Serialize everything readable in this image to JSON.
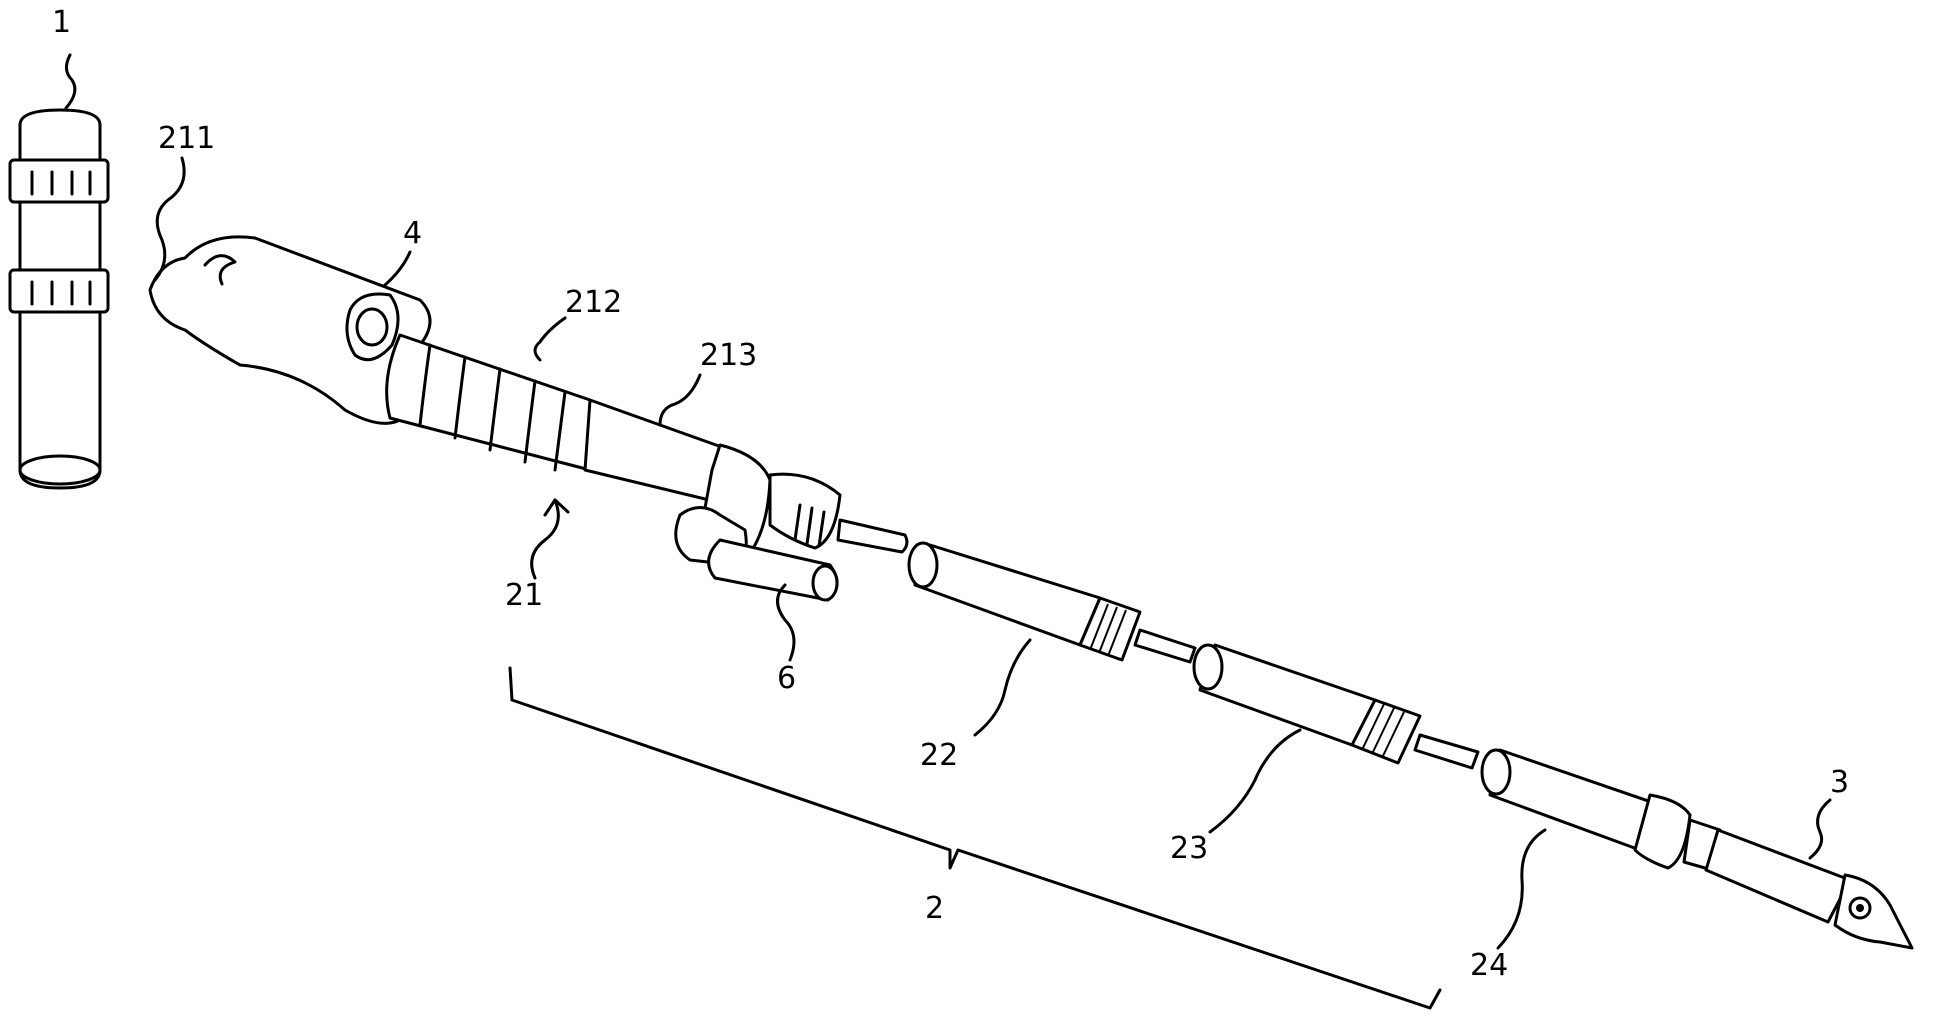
{
  "labels": {
    "part_1": "1",
    "part_211": "211",
    "part_4": "4",
    "part_212": "212",
    "part_213": "213",
    "part_21": "21",
    "part_6": "6",
    "part_22": "22",
    "part_23": "23",
    "part_24": "24",
    "part_2": "2",
    "part_3": "3"
  }
}
